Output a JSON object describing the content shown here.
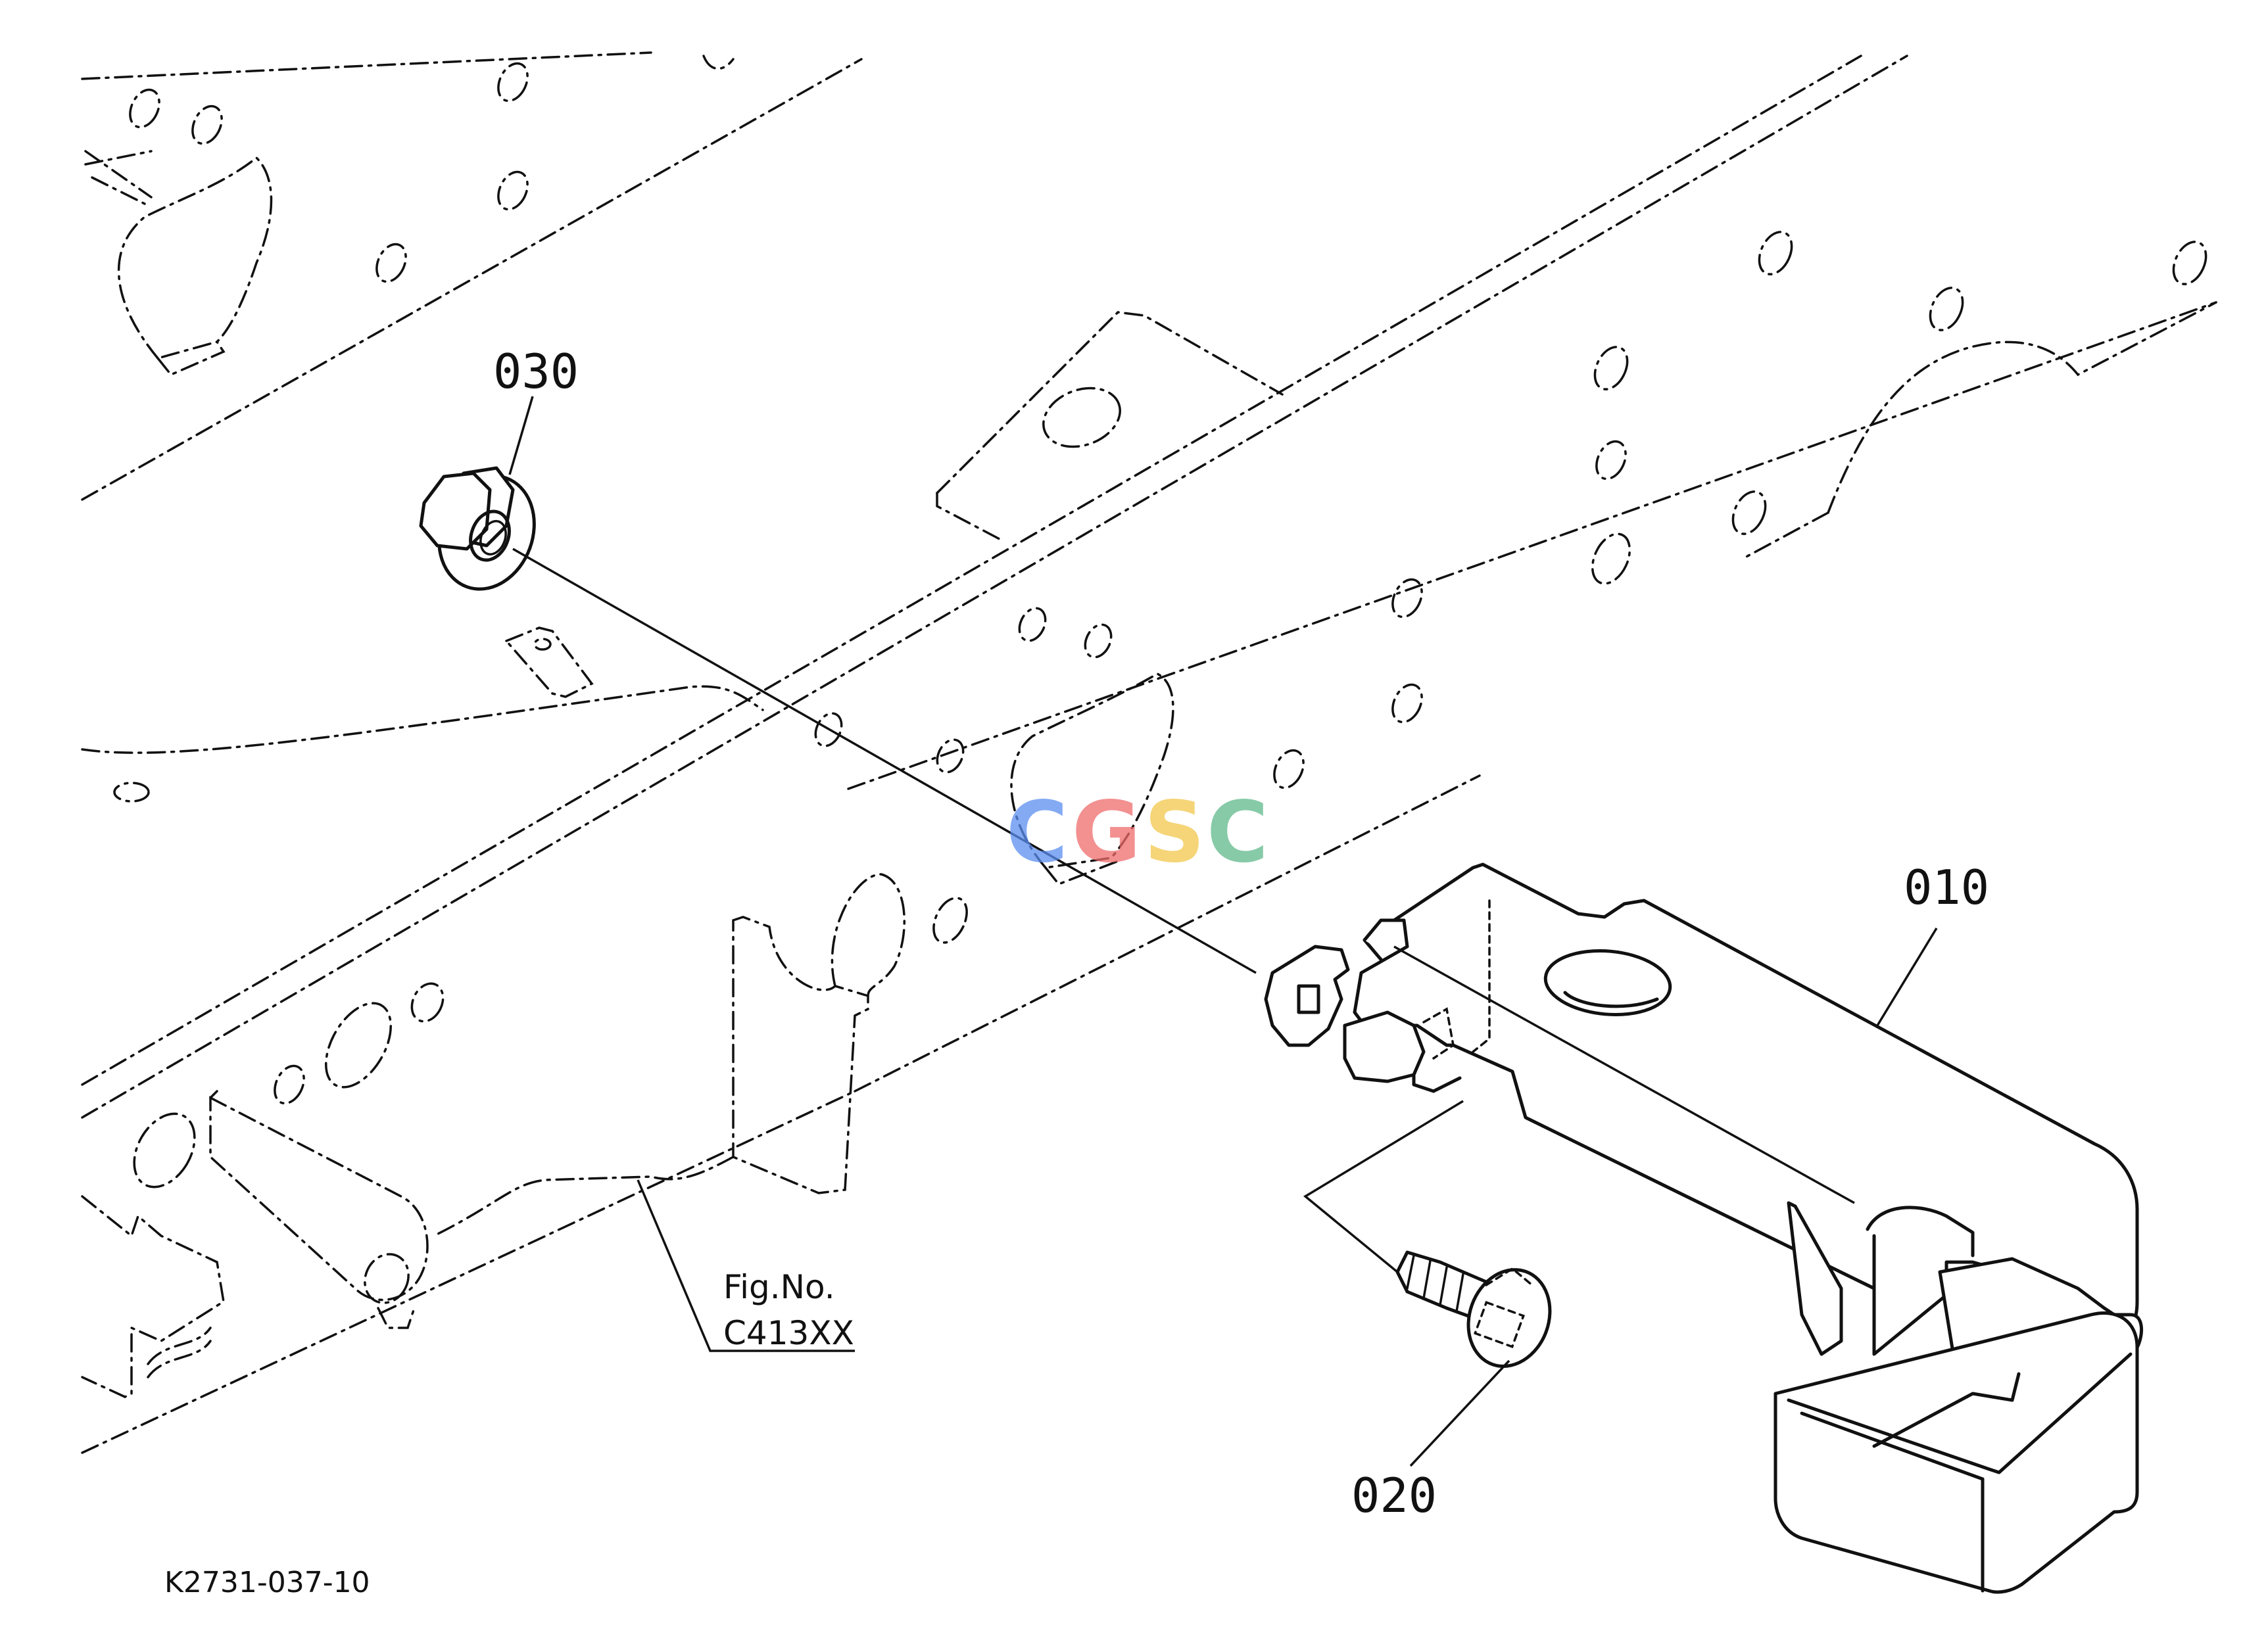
{
  "callouts": {
    "part_010": "010",
    "part_020": "020",
    "part_030": "030"
  },
  "figure_ref": {
    "line1": "Fig.No.",
    "line2": "C413XX"
  },
  "drawing_code": "K2731-037-10",
  "watermark": {
    "letters": [
      "C",
      "G",
      "S",
      "C"
    ],
    "colors": [
      "#5b8ef0",
      "#ef6b6b",
      "#f2c74c",
      "#5fb98c"
    ]
  }
}
